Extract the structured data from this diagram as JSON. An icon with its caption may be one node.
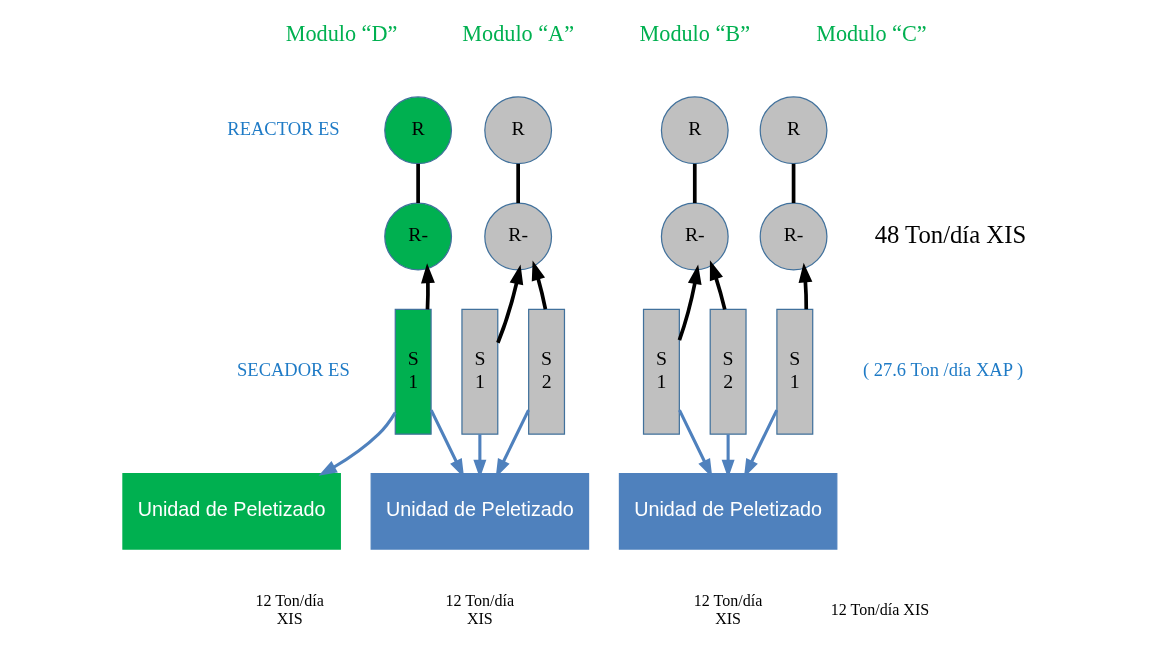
{
  "diagram": {
    "nodes": [
      {
        "text": [
          "R"
        ]
      },
      {
        "text": [
          "R-"
        ]
      },
      {
        "text": [
          "S 1"
        ]
      },
      {
        "text": [
          "R"
        ]
      },
      {
        "text": [
          "R-"
        ]
      },
      {
        "text": [
          "S 1"
        ]
      },
      {
        "text": [
          "S 2"
        ]
      },
      {
        "text": [
          "R"
        ]
      },
      {
        "text": [
          "R-"
        ]
      },
      {
        "text": [
          "S 1"
        ]
      },
      {
        "text": [
          "S 2"
        ]
      },
      {
        "text": [
          "R"
        ]
      },
      {
        "text": [
          "R-"
        ]
      },
      {
        "text": [
          "S 1"
        ]
      },
      {
        "text": [
          "Unidad de Peletizado"
        ],
        "beside": [
          "12 Ton/día XIS"
        ]
      },
      {
        "text": [
          "Unidad de Peletizado"
        ],
        "beside": [
          "12 Ton/día XIS"
        ]
      },
      {
        "text": [
          "Unidad de Peletizado"
        ],
        "beside": [
          "12 Ton/día XIS"
        ]
      }
    ],
    "edges": [
      {
        "from": 0,
        "to": 1,
        "arrow": "none"
      },
      {
        "from": 2,
        "to": 1,
        "arrow": "to"
      },
      {
        "from": 3,
        "to": 4,
        "arrow": "none"
      },
      {
        "from": 5,
        "to": 4,
        "arrow": "to"
      },
      {
        "from": 6,
        "to": 4,
        "arrow": "to"
      },
      {
        "from": 7,
        "to": 8,
        "arrow": "none"
      },
      {
        "from": 9,
        "to": 8,
        "arrow": "to"
      },
      {
        "from": 10,
        "to": 8,
        "arrow": "to"
      },
      {
        "from": 11,
        "to": 12,
        "arrow": "none"
      },
      {
        "from": 13,
        "to": 12,
        "arrow": "to"
      },
      {
        "from": 2,
        "to": 14,
        "arrow": "to",
        "color": "#4f81bd"
      },
      {
        "from": 2,
        "to": 15,
        "arrow": "to",
        "color": "#4f81bd"
      },
      {
        "from": 5,
        "to": 15,
        "arrow": "to",
        "color": "#4f81bd"
      },
      {
        "from": 6,
        "to": 15,
        "arrow": "to",
        "color": "#4f81bd"
      },
      {
        "from": 9,
        "to": 16,
        "arrow": "to",
        "color": "#4f81bd"
      },
      {
        "from": 10,
        "to": 16,
        "arrow": "to",
        "color": "#4f81bd"
      },
      {
        "from": 13,
        "to": 16,
        "arrow": "to",
        "color": "#4f81bd"
      }
    ],
    "labels": [
      "Modulo “D”",
      "Modulo “A”",
      "Modulo “B”",
      "Modulo “C”",
      "REACTOR ES",
      "SECADOR ES",
      "12 Ton/día XIS",
      "48 Ton/día XIS",
      "( 27.6 Ton /día XAP )"
    ]
  }
}
